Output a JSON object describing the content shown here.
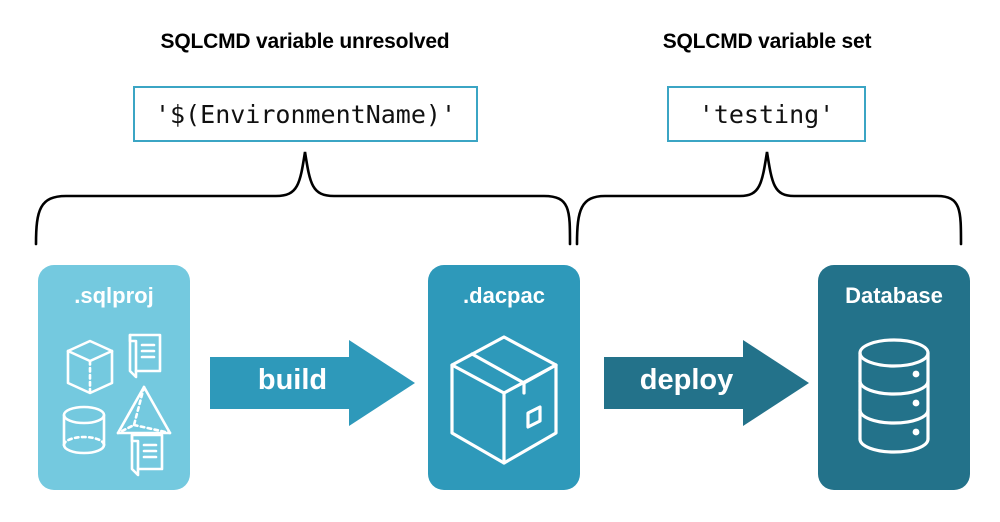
{
  "diagram": {
    "title_left": "SQLCMD variable unresolved",
    "title_right": "SQLCMD variable set",
    "code_left": "'$(EnvironmentName)'",
    "code_right": "'testing'",
    "stages": [
      {
        "label": ".sqlproj",
        "color": "#74C9DF",
        "icon": "project-shapes-icon"
      },
      {
        "label": ".dacpac",
        "color": "#2E99BA",
        "icon": "package-box-icon"
      },
      {
        "label": "Database",
        "color": "#23728A",
        "icon": "database-cylinder-icon"
      }
    ],
    "arrows": [
      {
        "label": "build",
        "color": "#2E99BA"
      },
      {
        "label": "deploy",
        "color": "#23728A"
      }
    ],
    "colors": {
      "code_border": "#3BA5C4",
      "brace_stroke": "#000000",
      "background": "#ffffff",
      "text": "#000000",
      "stage_text": "#ffffff"
    }
  }
}
